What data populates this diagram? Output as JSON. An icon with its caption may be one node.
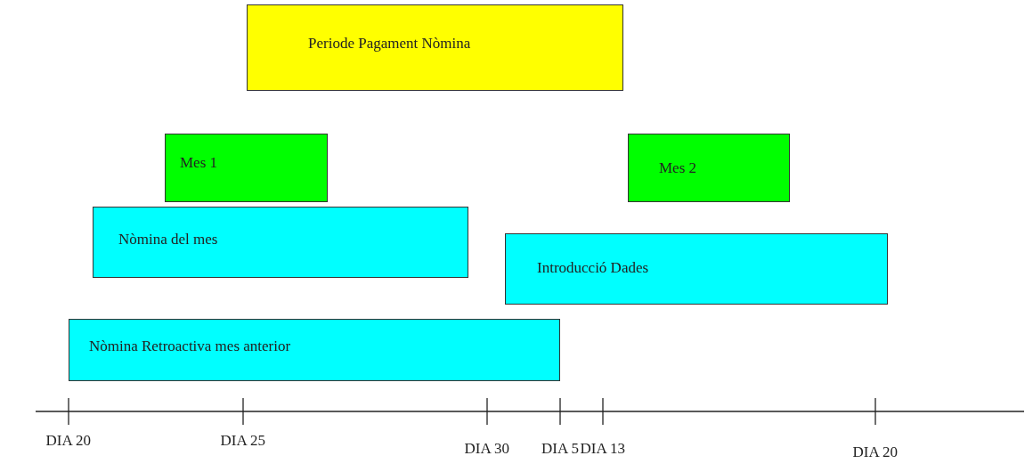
{
  "diagram": {
    "nodes": [
      {
        "text": [
          "Periode Pagament Nòmina"
        ]
      },
      {
        "text": [
          "Mes 1"
        ]
      },
      {
        "text": [
          "Mes 2"
        ]
      },
      {
        "text": [
          "Nòmina del mes"
        ]
      },
      {
        "text": [
          "Introducció Dades"
        ]
      },
      {
        "text": [
          "Nòmina Retroactiva mes anterior"
        ]
      }
    ],
    "labels": [
      "DIA 20",
      "DIA 25",
      "DIA 30",
      "DIA 5",
      "DIA 13",
      "DIA 20"
    ]
  }
}
